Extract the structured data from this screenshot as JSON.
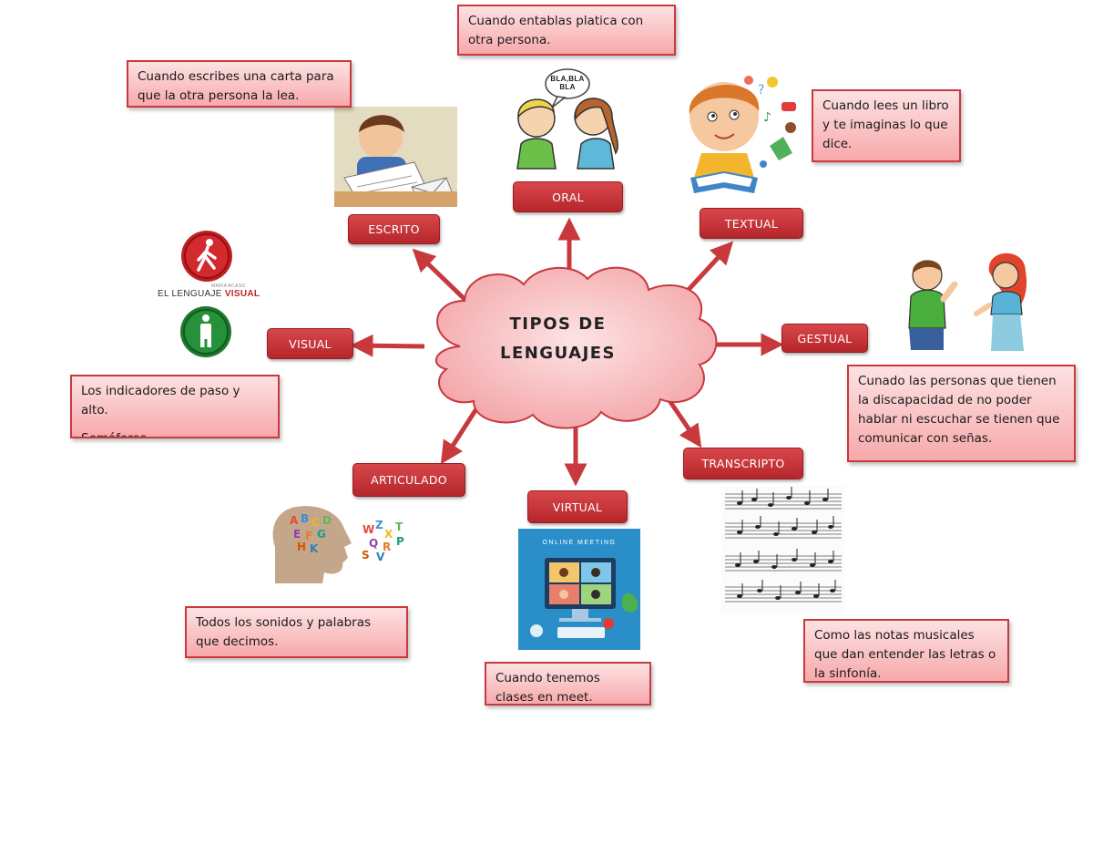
{
  "diagram": {
    "title_line1": "TIPOS DE",
    "title_line2": "LENGUAJES",
    "colors": {
      "accent": "#c9393e",
      "button": "#c2302f",
      "note_fill": "#fbc4c6",
      "cloud_fill": "#f6b4b6"
    },
    "categories": {
      "oral": "ORAL",
      "escrito": "ESCRITO",
      "textual": "TEXTUAL",
      "visual": "VISUAL",
      "gestual": "GESTUAL",
      "articulado": "ARTICULADO",
      "virtual": "VIRTUAL",
      "transcripto": "TRANSCRIPTO"
    },
    "notes": {
      "oral": "Cuando entablas platica con otra persona.",
      "escrito": "Cuando escribes una carta para que la otra persona la lea.",
      "textual": "Cuando lees un libro y te imaginas lo que dice.",
      "visual_line1": "Los indicadores de paso y alto.",
      "visual_line2": "Semáforos.",
      "gestual": "Cunado las personas que tienen la discapacidad de no poder hablar ni escuchar se tienen que comunicar con señas.",
      "articulado": "Todos los sonidos y palabras que decimos.",
      "virtual": "Cuando tenemos clases en meet.",
      "transcripto": "Como las notas musicales que dan entender las letras o la sinfonía."
    },
    "image_labels": {
      "speech_bubble": "BLA,BLA BLA",
      "visual_brand_small": "MARIA ACASO",
      "visual_brand_prefix": "EL LENGUAJE",
      "visual_brand_accent": "VISUAL",
      "meeting_title": "ONLINE MEETING"
    },
    "icons": [
      "writing-child-icon",
      "talking-people-icon",
      "reading-child-icon",
      "traffic-light-icon",
      "gesturing-people-icon",
      "speaking-head-icon",
      "online-meeting-icon",
      "sheet-music-icon"
    ]
  }
}
